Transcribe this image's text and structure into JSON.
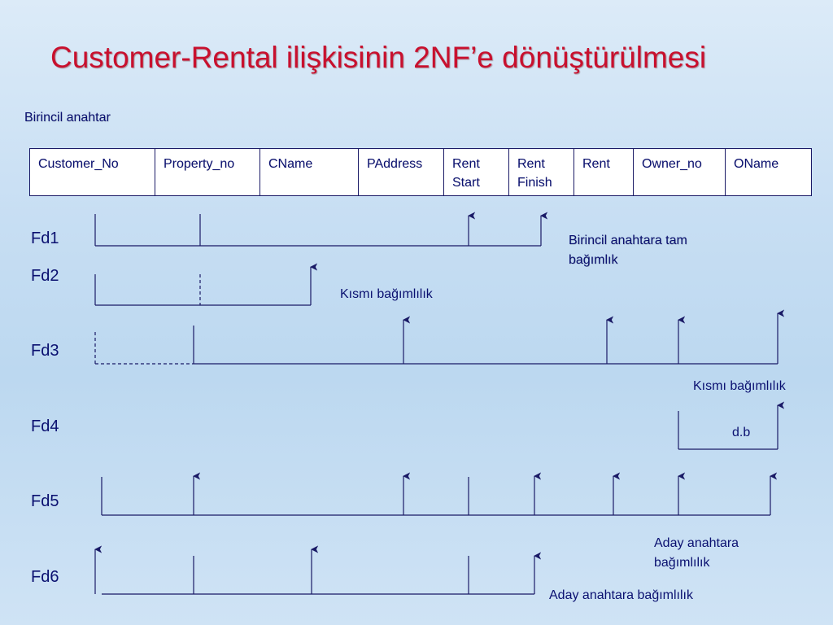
{
  "title": "Customer-Rental ilişkisinin 2NF’e dönüştürülmesi",
  "primary_key_label": "Birincil anahtar",
  "attributes": [
    "Customer_No",
    "Property_no",
    "CName",
    "PAddress",
    "Rent Start",
    "Rent Finish",
    "Rent",
    "Owner_no",
    "OName"
  ],
  "fds": [
    {
      "label": "Fd1"
    },
    {
      "label": "Fd2"
    },
    {
      "label": "Fd3"
    },
    {
      "label": "Fd4"
    },
    {
      "label": "Fd5"
    },
    {
      "label": "Fd6"
    }
  ],
  "notes": {
    "full_dependency": "Birincil anahtara tam bağımlık",
    "partial_dependency_1": "Kısmı bağımlılık",
    "partial_dependency_2": "Kısmı bağımlılık",
    "transitive": "d.b",
    "candidate_key_1": "Aday anahtara bağımlılık",
    "candidate_key_2": "Aday anahtara bağımlılık"
  },
  "colors": {
    "title": "#c8102e",
    "text": "#0a1070",
    "line": "#1a1a66"
  }
}
